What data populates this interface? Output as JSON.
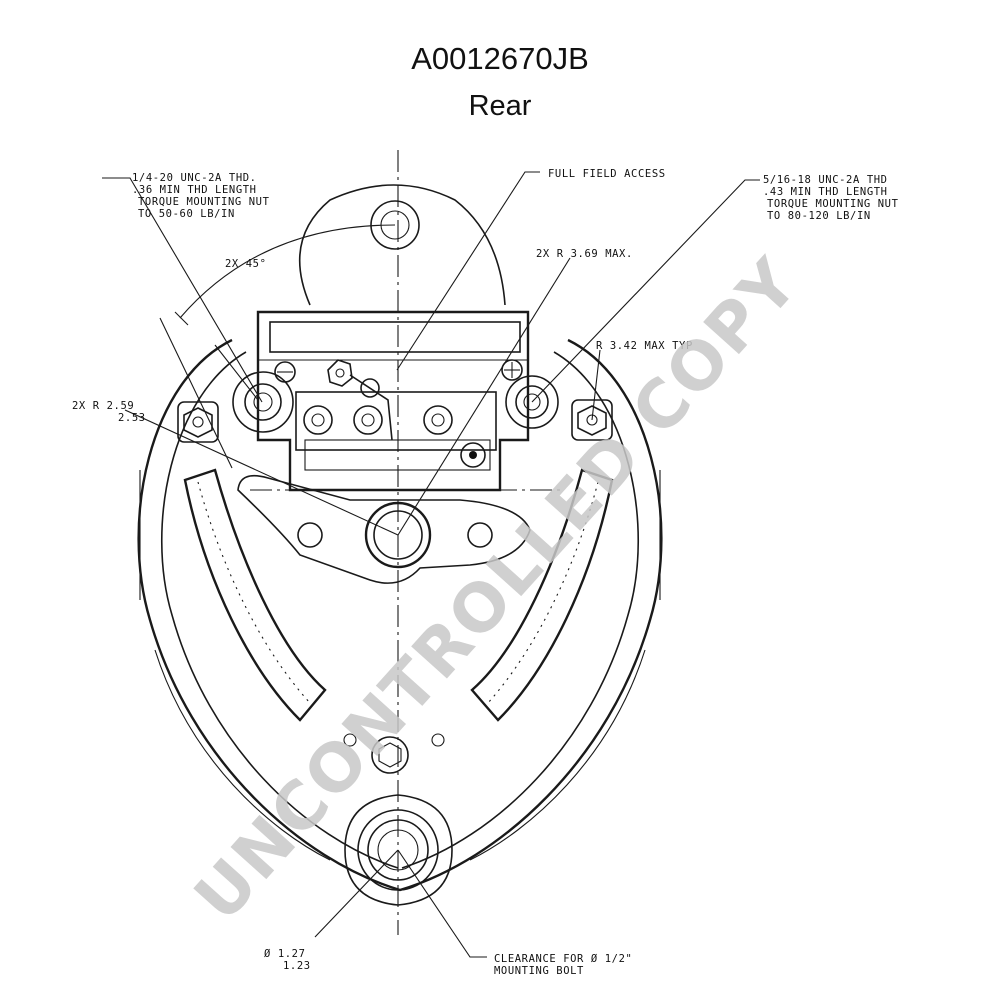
{
  "header": {
    "title": "A0012670JB",
    "subtitle": "Rear"
  },
  "watermark": "UNCONTROLLED COPY",
  "callouts": {
    "left_thread": [
      "1/4-20 UNC-2A THD.",
      ".36 MIN THD LENGTH",
      "TORQUE MOUNTING NUT",
      "TO 50-60 LB/IN"
    ],
    "full_field": "FULL FIELD ACCESS",
    "right_thread": [
      "5/16-18 UNC-2A THD",
      ".43 MIN THD LENGTH",
      "TORQUE MOUNTING NUT",
      "TO 80-120 LB/IN"
    ],
    "angle": "2X 45°",
    "radius_max": "2X R 3.69 MAX.",
    "radius_right": "R 3.42 MAX TYP",
    "radius_left": [
      "2X R 2.59",
      "2.53"
    ],
    "diameter": [
      "Ø 1.27",
      "1.23"
    ],
    "clearance": [
      "CLEARANCE FOR Ø 1/2\"",
      "MOUNTING BOLT"
    ]
  }
}
